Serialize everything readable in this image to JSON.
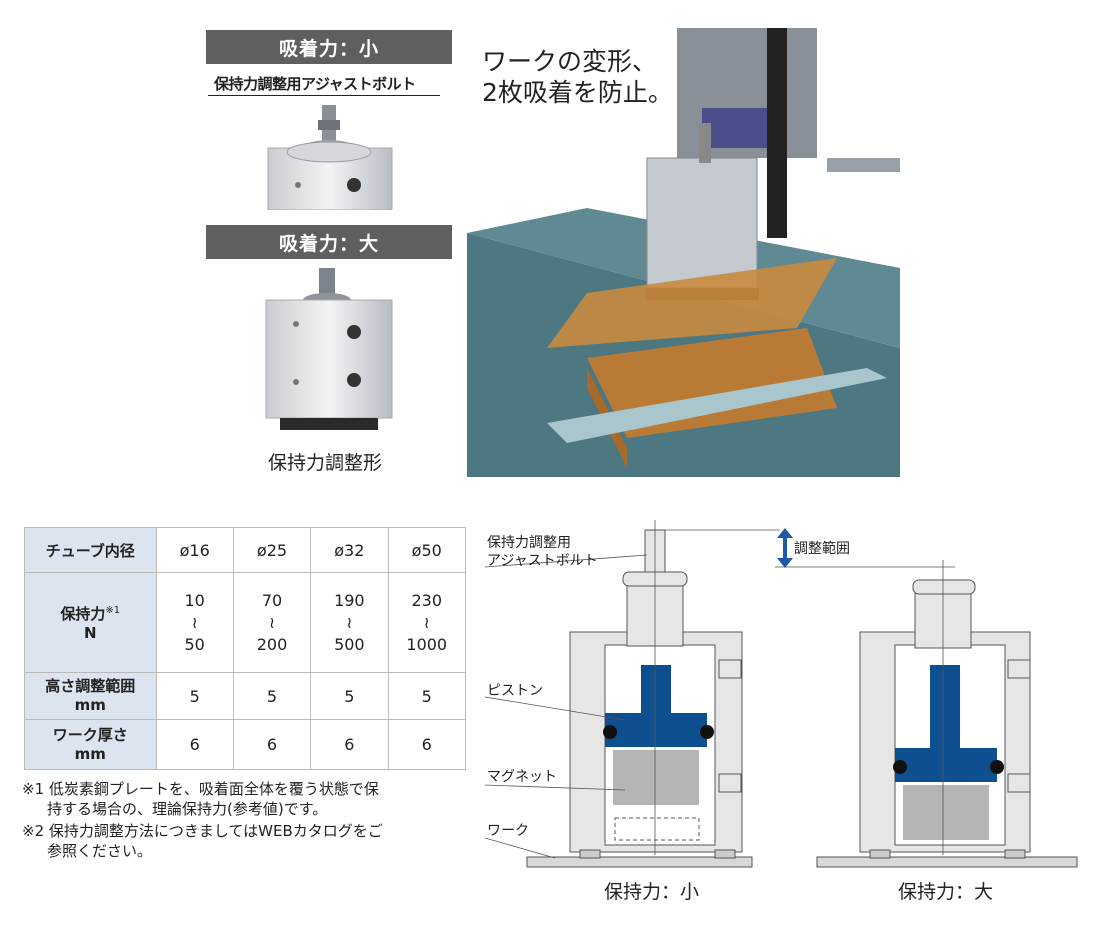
{
  "top_left": {
    "banner_small": "吸着力：小",
    "bolt_label": "保持力調整用アジャストボルト",
    "banner_large": "吸着力：大",
    "product_caption": "保持力調整形"
  },
  "photo": {
    "headline_line1": "ワークの変形、",
    "headline_line2": "2枚吸着を防止。"
  },
  "spec_table": {
    "header": [
      "チューブ内径",
      "ø16",
      "ø25",
      "ø32",
      "ø50"
    ],
    "holding_force": {
      "label": "保持力",
      "note_mark": "※1",
      "unit": "N",
      "values": [
        {
          "min": "10",
          "tilde": "≀",
          "max": "50"
        },
        {
          "min": "70",
          "tilde": "≀",
          "max": "200"
        },
        {
          "min": "190",
          "tilde": "≀",
          "max": "500"
        },
        {
          "min": "230",
          "tilde": "≀",
          "max": "1000"
        }
      ]
    },
    "height_adjust": {
      "label": "高さ調整範囲",
      "unit": "mm",
      "values": [
        "5",
        "5",
        "5",
        "5"
      ]
    },
    "work_thickness": {
      "label": "ワーク厚さ",
      "unit": "mm",
      "values": [
        "6",
        "6",
        "6",
        "6"
      ]
    }
  },
  "notes": {
    "n1_line1": "※1 低炭素鋼プレートを、吸着面全体を覆う状態で保",
    "n1_line2": "持する場合の、理論保持力(参考値)です。",
    "n2_line1": "※2 保持力調整方法につきましてはWEBカタログをご",
    "n2_line2": "参照ください。"
  },
  "diagram": {
    "bolt_label_line1": "保持力調整用",
    "bolt_label_line2": "アジャストボルト",
    "adjust_range": "調整範囲",
    "piston": "ピストン",
    "magnet": "マグネット",
    "work": "ワーク",
    "caption_small": "保持力：小",
    "caption_large": "保持力：大"
  },
  "colors": {
    "banner": "#5f5f5f",
    "table_header": "#dbe4ef",
    "piston_blue": "#0e4f8f",
    "arrow_blue": "#1d5aa6",
    "magnet_gray": "#b5b5b5",
    "body_gray": "#e6e6e6"
  }
}
